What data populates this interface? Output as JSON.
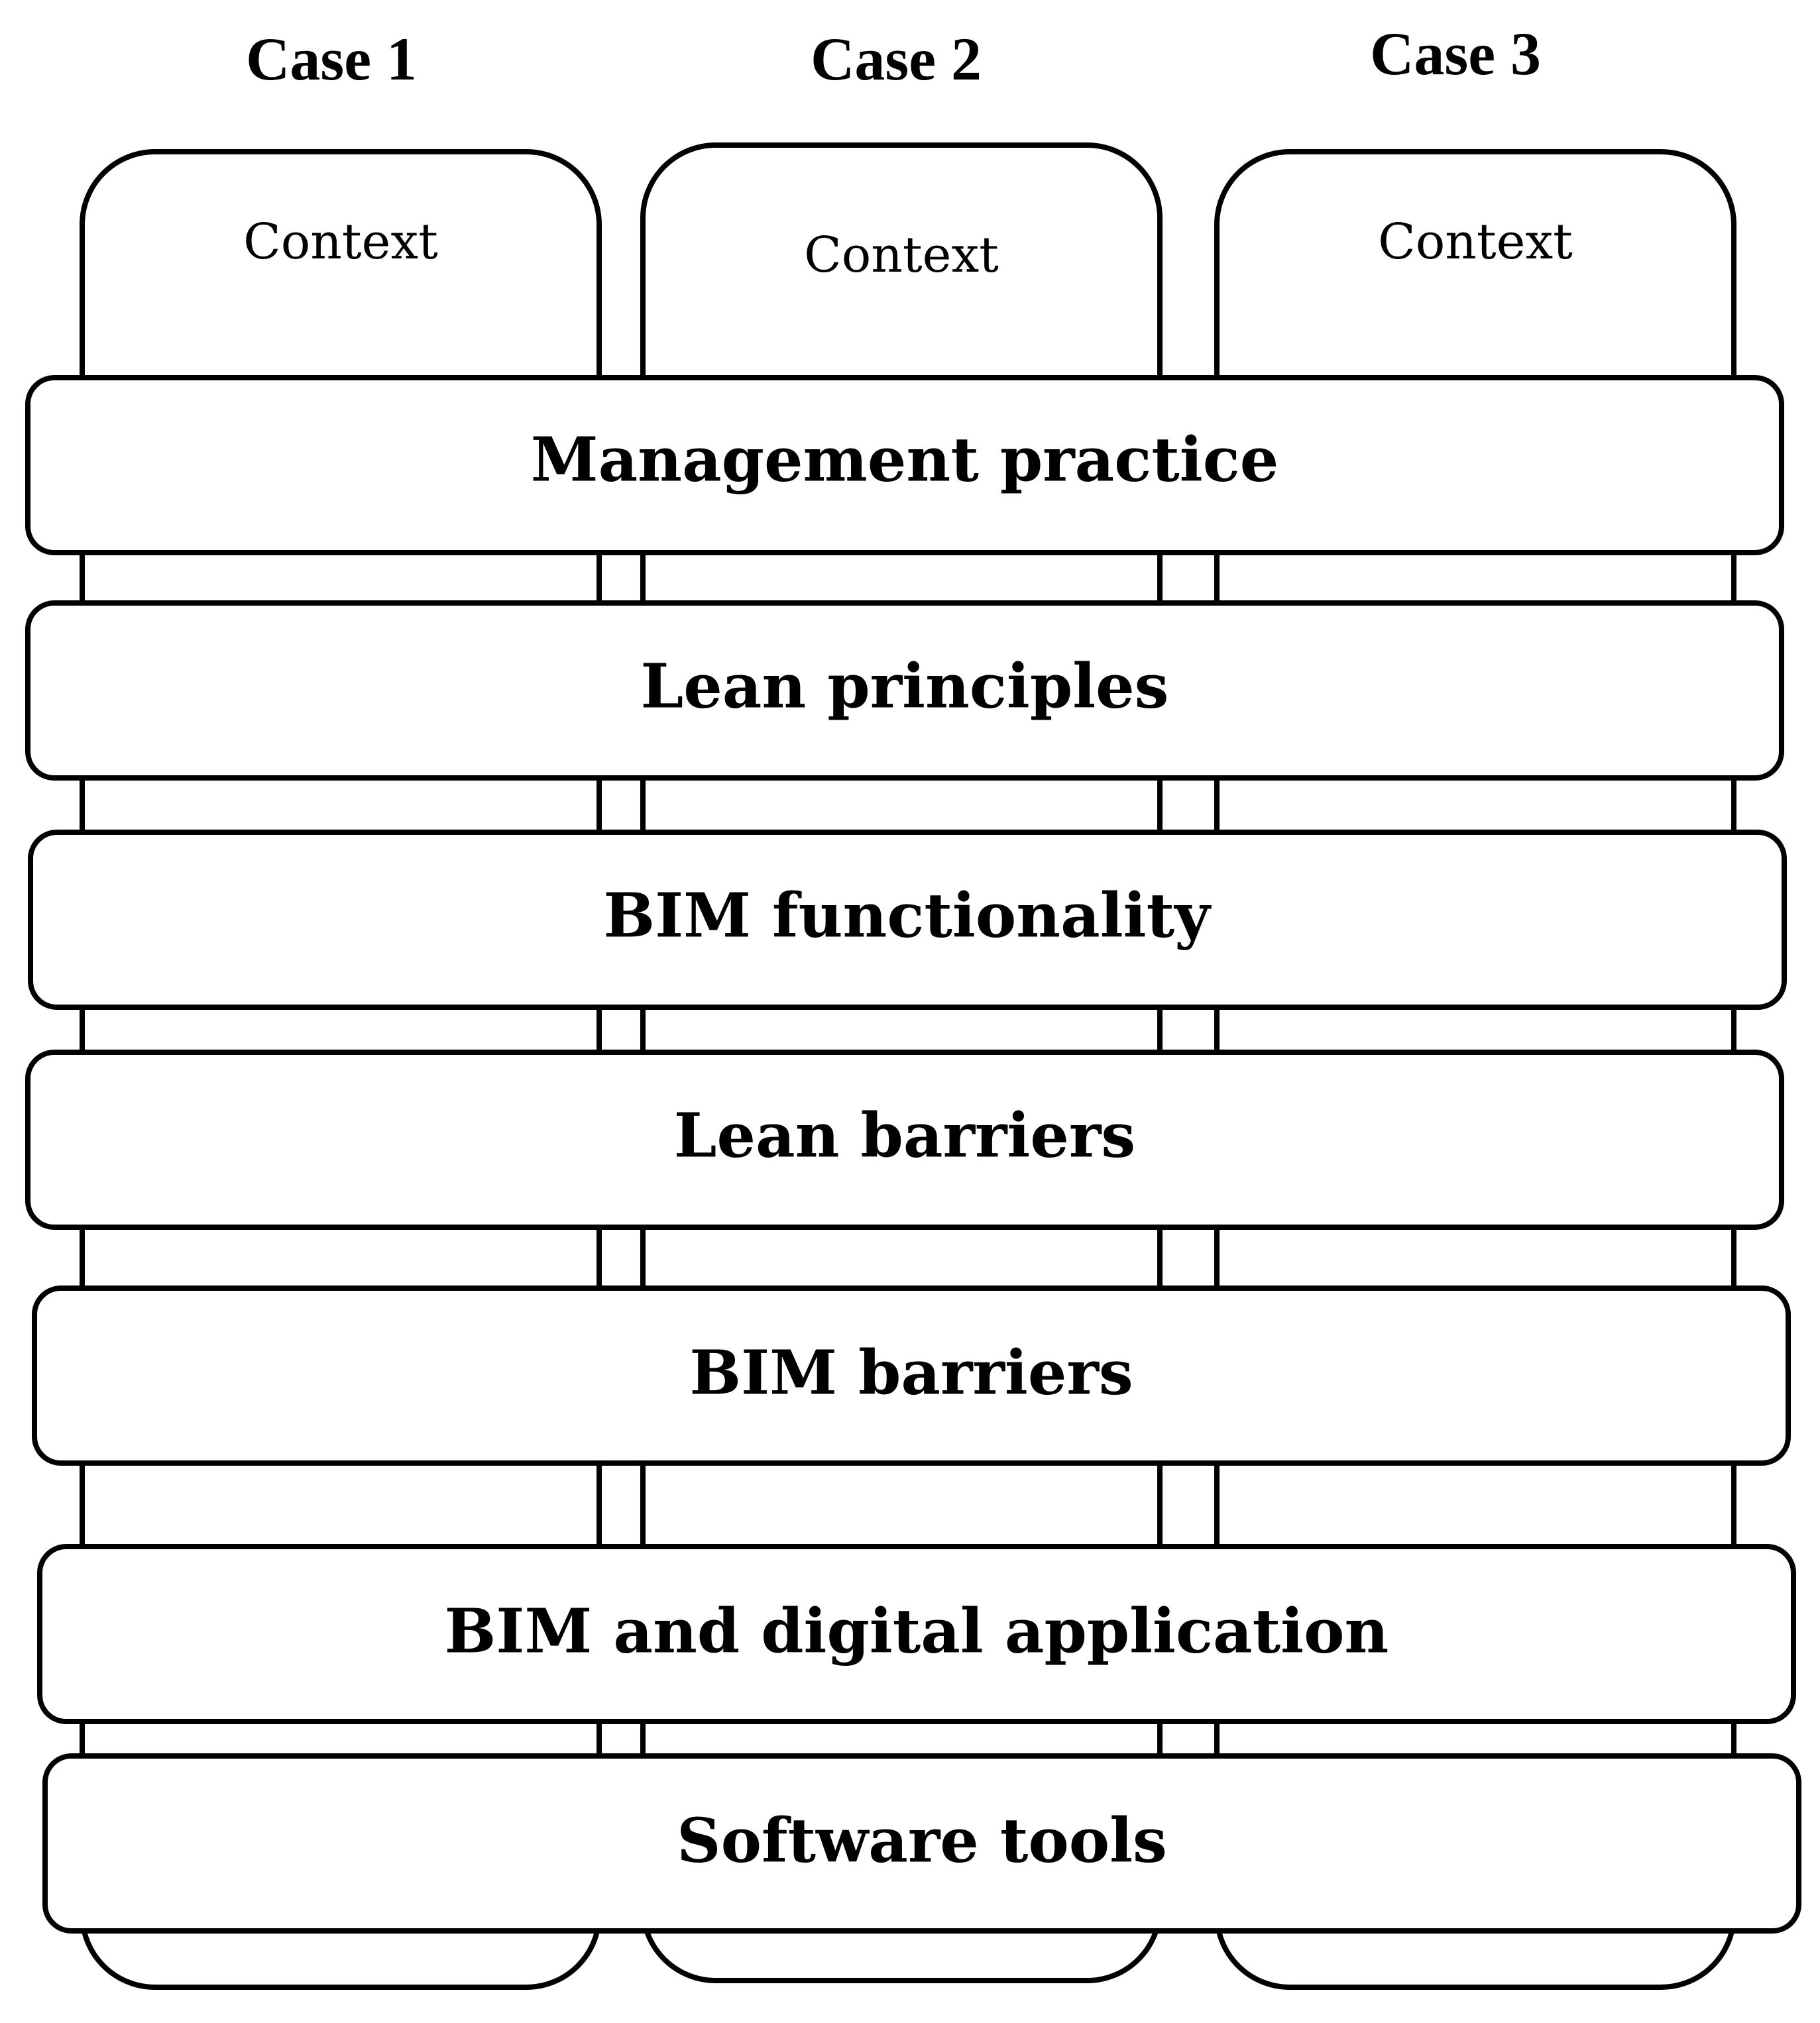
{
  "cases": [
    {
      "title": "Case 1",
      "context_label": "Context"
    },
    {
      "title": "Case 2",
      "context_label": "Context"
    },
    {
      "title": "Case 3",
      "context_label": "Context"
    }
  ],
  "layers": [
    {
      "label": "Management practice"
    },
    {
      "label": "Lean principles"
    },
    {
      "label": "BIM functionality"
    },
    {
      "label": "Lean barriers"
    },
    {
      "label": "BIM barriers"
    },
    {
      "label": "BIM and digital application"
    },
    {
      "label": "Software tools"
    }
  ],
  "colors": {
    "stroke": "#000000",
    "fill": "#ffffff",
    "text": "#000000"
  }
}
